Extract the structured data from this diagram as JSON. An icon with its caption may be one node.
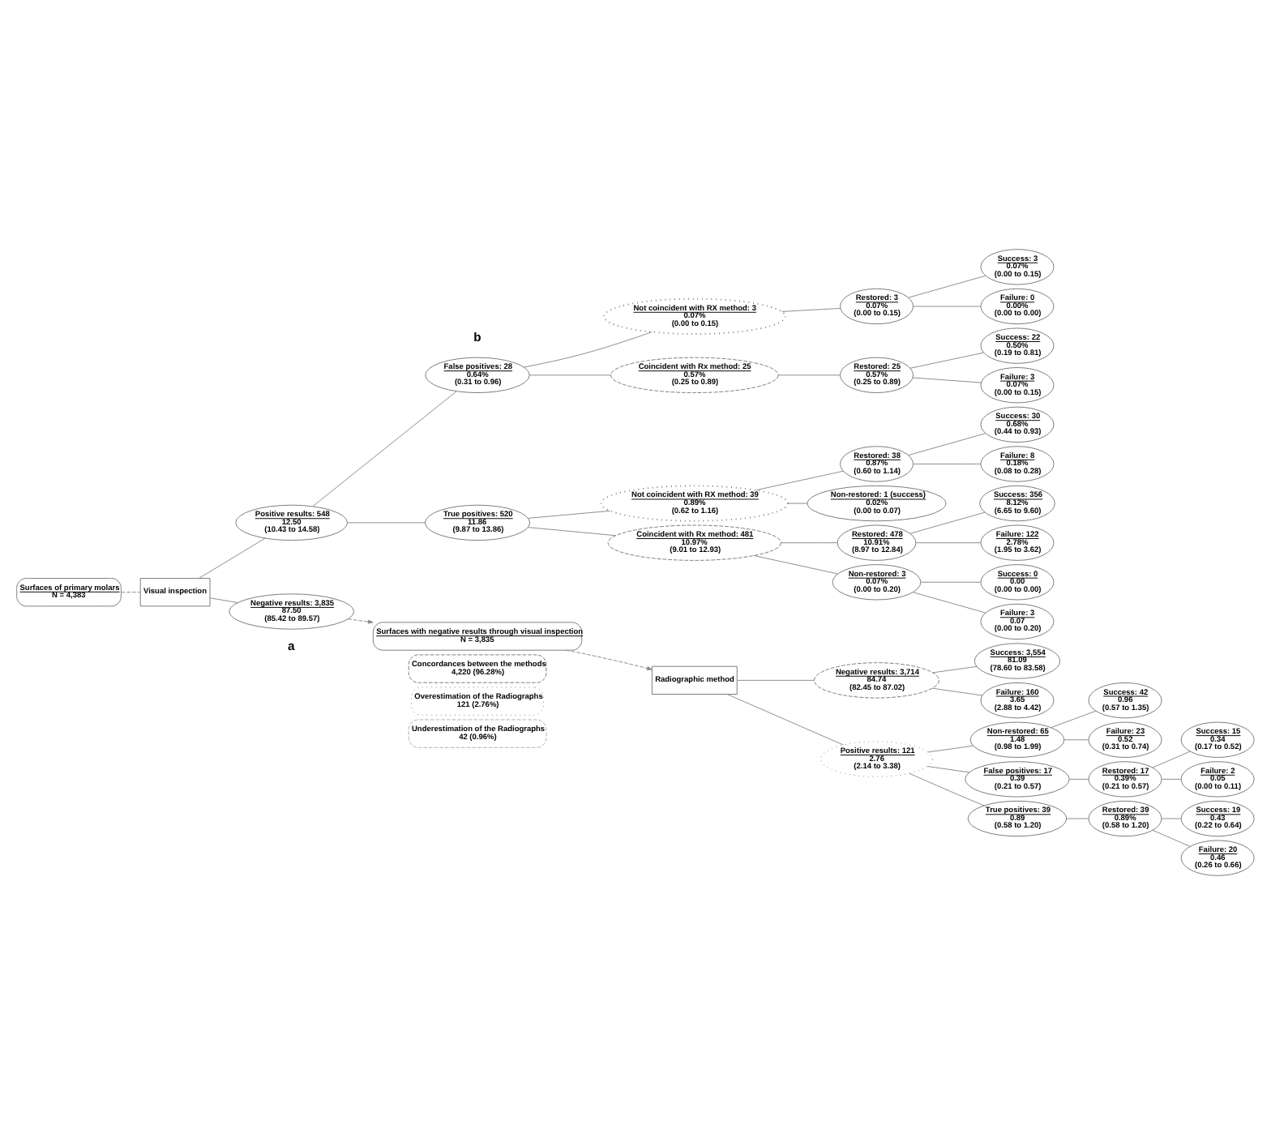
{
  "diagram": {
    "nodes": [
      {
        "text": [
          "Surfaces of primary molars",
          "N = 4,383"
        ]
      },
      {
        "text": [
          "Visual inspection"
        ]
      },
      {
        "text": [
          "Positive results: 548",
          "12.50",
          "(10.43 to 14.58)"
        ]
      },
      {
        "text": [
          "False positives: 28",
          "0.64%",
          "(0.31 to 0.96)"
        ]
      },
      {
        "text": [
          "Not coincident with RX method: 3",
          "0.07%",
          "(0.00 to 0.15)"
        ]
      },
      {
        "text": [
          "Restored: 3",
          "0.07%",
          "(0.00 to 0.15)"
        ]
      },
      {
        "text": [
          "Success: 3",
          "0.07%",
          "(0.00 to 0.15)"
        ]
      },
      {
        "text": [
          "Failure: 0",
          "0.00%",
          "(0.00 to 0.00)"
        ]
      },
      {
        "text": [
          "Coincident with Rx method: 25",
          "0.57%",
          "(0.25 to 0.89)"
        ]
      },
      {
        "text": [
          "Restored: 25",
          "0.57%",
          "(0.25 to 0.89)"
        ]
      },
      {
        "text": [
          "Success: 22",
          "0.50%",
          "(0.19 to 0.81)"
        ]
      },
      {
        "text": [
          "Failure: 3",
          "0.07%",
          "(0.00 to 0.15)"
        ]
      },
      {
        "text": [
          "True positives: 520",
          "11.86",
          "(9.87 to 13.86)"
        ]
      },
      {
        "text": [
          "Not coincident with RX method: 39",
          "0.89%",
          "(0.62 to 1.16)"
        ]
      },
      {
        "text": [
          "Restored: 38",
          "0.87%",
          "(0.60 to 1.14)"
        ]
      },
      {
        "text": [
          "Success: 30",
          "0.68%",
          "(0.44 to 0.93)"
        ]
      },
      {
        "text": [
          "Failure: 8",
          "0.18%",
          "(0.08 to 0.28)"
        ]
      },
      {
        "text": [
          "Non-restored: 1 (success)",
          "0.02%",
          "(0.00 to 0.07)"
        ]
      },
      {
        "text": [
          "Coincident with Rx method: 481",
          "10.97%",
          "(9.01 to 12.93)"
        ]
      },
      {
        "text": [
          "Restored: 478",
          "10.91%",
          "(8.97 to 12.84)"
        ]
      },
      {
        "text": [
          "Success: 356",
          "8.12%",
          "(6.65 to 9.60)"
        ]
      },
      {
        "text": [
          "Failure: 122",
          "2.78%",
          "(1.95 to 3.62)"
        ]
      },
      {
        "text": [
          "Non-restored: 3",
          "0.07%",
          "(0.00 to 0.20)"
        ]
      },
      {
        "text": [
          "Success: 0",
          "0.00",
          "(0.00 to 0.00)"
        ]
      },
      {
        "text": [
          "Failure: 3",
          "0.07",
          "(0.00 to 0.20)"
        ]
      },
      {
        "text": [
          "Negative results: 3,835",
          "87.50",
          "(85.42 to 89.57)"
        ]
      },
      {
        "text": [
          "Surfaces with negative results through visual inspection",
          "N = 3,835"
        ]
      },
      {
        "text": [
          "Radiographic method"
        ]
      },
      {
        "text": [
          "Negative results: 3,714",
          "84.74",
          "(82.45 to 87.02)"
        ]
      },
      {
        "text": [
          "Success: 3,554",
          "81.09",
          "(78.60 to 83.58)"
        ]
      },
      {
        "text": [
          "Failure: 160",
          "3.65",
          "(2.88 to 4.42)"
        ]
      },
      {
        "text": [
          "Positive results: 121",
          "2.76",
          "(2.14 to 3.38)"
        ]
      },
      {
        "text": [
          "Non-restored: 65",
          "1.48",
          "(0.98 to 1.99)"
        ]
      },
      {
        "text": [
          "Success: 42",
          "0.96",
          "(0.57 to 1.35)"
        ]
      },
      {
        "text": [
          "Failure: 23",
          "0.52",
          "(0.31 to 0.74)"
        ]
      },
      {
        "text": [
          "False positives: 17",
          "0.39",
          "(0.21 to 0.57)"
        ]
      },
      {
        "text": [
          "Restored: 17",
          "0.39%",
          "(0.21 to 0.57)"
        ]
      },
      {
        "text": [
          "Success: 15",
          "0.34",
          "(0.17 to 0.52)"
        ]
      },
      {
        "text": [
          "Failure: 2",
          "0.05",
          "(0.00 to 0.11)"
        ]
      },
      {
        "text": [
          "True positives: 39",
          "0.89",
          "(0.58 to 1.20)"
        ]
      },
      {
        "text": [
          "Restored: 39",
          "0.89%",
          "(0.58 to 1.20)"
        ]
      },
      {
        "text": [
          "Success: 19",
          "0.43",
          "(0.22 to 0.64)"
        ]
      },
      {
        "text": [
          "Failure: 20",
          "0.46",
          "(0.26 to 0.66)"
        ]
      },
      {
        "text": [
          "Concordances between the methods",
          "4,220 (96.28%)"
        ]
      },
      {
        "text": [
          "Overestimation of the Radiographs",
          "121 (2.76%)"
        ]
      },
      {
        "text": [
          "Underestimation of the Radiographs",
          "42 (0.96%)"
        ]
      }
    ],
    "edges": [
      {
        "from": 0,
        "to": 1,
        "arrow": "none",
        "style": "dashed"
      },
      {
        "from": 1,
        "to": 2,
        "arrow": "none"
      },
      {
        "from": 1,
        "to": 25,
        "arrow": "none"
      },
      {
        "from": 2,
        "to": 3,
        "arrow": "none"
      },
      {
        "from": 2,
        "to": 12,
        "arrow": "none"
      },
      {
        "from": 3,
        "to": 4,
        "arrow": "none"
      },
      {
        "from": 3,
        "to": 8,
        "arrow": "none"
      },
      {
        "from": 4,
        "to": 5,
        "arrow": "none"
      },
      {
        "from": 5,
        "to": 6,
        "arrow": "none"
      },
      {
        "from": 5,
        "to": 7,
        "arrow": "none"
      },
      {
        "from": 8,
        "to": 9,
        "arrow": "none"
      },
      {
        "from": 9,
        "to": 10,
        "arrow": "none"
      },
      {
        "from": 9,
        "to": 11,
        "arrow": "none"
      },
      {
        "from": 12,
        "to": 13,
        "arrow": "none"
      },
      {
        "from": 12,
        "to": 18,
        "arrow": "none"
      },
      {
        "from": 13,
        "to": 14,
        "arrow": "none"
      },
      {
        "from": 13,
        "to": 17,
        "arrow": "none"
      },
      {
        "from": 14,
        "to": 15,
        "arrow": "none"
      },
      {
        "from": 14,
        "to": 16,
        "arrow": "none"
      },
      {
        "from": 18,
        "to": 19,
        "arrow": "none"
      },
      {
        "from": 18,
        "to": 22,
        "arrow": "none"
      },
      {
        "from": 19,
        "to": 20,
        "arrow": "none"
      },
      {
        "from": 19,
        "to": 21,
        "arrow": "none"
      },
      {
        "from": 22,
        "to": 23,
        "arrow": "none"
      },
      {
        "from": 22,
        "to": 24,
        "arrow": "none"
      },
      {
        "from": 25,
        "to": 26,
        "arrow": "to",
        "style": "dashed"
      },
      {
        "from": 26,
        "to": 27,
        "arrow": "to",
        "style": "dashed"
      },
      {
        "from": 27,
        "to": 28,
        "arrow": "none"
      },
      {
        "from": 27,
        "to": 31,
        "arrow": "none"
      },
      {
        "from": 28,
        "to": 29,
        "arrow": "none"
      },
      {
        "from": 28,
        "to": 30,
        "arrow": "none"
      },
      {
        "from": 31,
        "to": 32,
        "arrow": "none"
      },
      {
        "from": 31,
        "to": 35,
        "arrow": "none"
      },
      {
        "from": 31,
        "to": 39,
        "arrow": "none"
      },
      {
        "from": 32,
        "to": 33,
        "arrow": "none"
      },
      {
        "from": 32,
        "to": 34,
        "arrow": "none"
      },
      {
        "from": 35,
        "to": 36,
        "arrow": "none"
      },
      {
        "from": 36,
        "to": 37,
        "arrow": "none"
      },
      {
        "from": 36,
        "to": 38,
        "arrow": "none"
      },
      {
        "from": 39,
        "to": 40,
        "arrow": "none"
      },
      {
        "from": 40,
        "to": 41,
        "arrow": "none"
      },
      {
        "from": 40,
        "to": 42,
        "arrow": "none"
      }
    ],
    "labels": [
      "a",
      "b"
    ]
  }
}
